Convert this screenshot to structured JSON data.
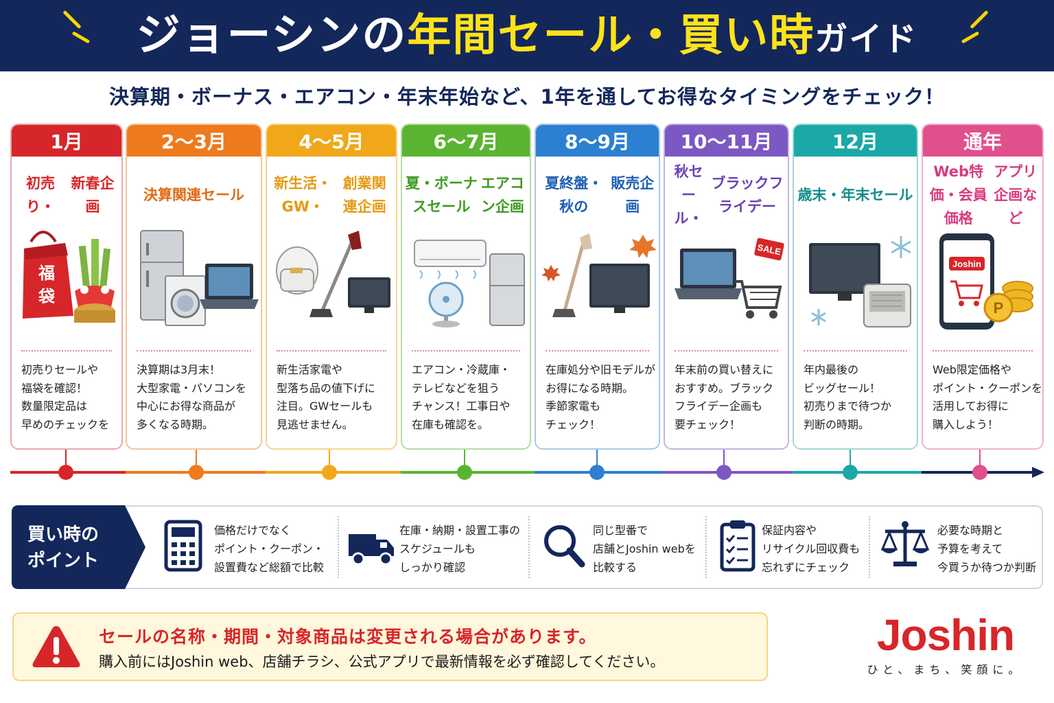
{
  "header": {
    "title_part1": "ジョーシンの",
    "title_part2": "年間セール・買い時",
    "title_part3": "ガイド",
    "subtitle": "決算期・ボーナス・エアコン・年末年始など、1年を通してお得なタイミングをチェック！"
  },
  "months": [
    {
      "period": "1月",
      "title_lines": [
        "初売り・",
        "新春企画"
      ],
      "desc_lines": [
        "初売りセールや",
        "福袋を確認！",
        "数量限定品は",
        "早めのチェックを"
      ],
      "color": "#d7262a",
      "title_color": "#d7262a",
      "bag_label": [
        "福",
        "袋"
      ]
    },
    {
      "period": "2～3月",
      "title_lines": [
        "決算関連セール"
      ],
      "desc_lines": [
        "決算期は3月末！",
        "大型家電・パソコンを",
        "中心にお得な商品が",
        "多くなる時期。"
      ],
      "color": "#ee7a1d",
      "title_color": "#e06a12"
    },
    {
      "period": "4～5月",
      "title_lines": [
        "新生活・GW・",
        "創業関連企画"
      ],
      "desc_lines": [
        "新生活家電や",
        "型落ち品の値下げに",
        "注目。GWセールも",
        "見逃せません。"
      ],
      "color": "#f0a81a",
      "title_color": "#e49a10"
    },
    {
      "period": "6～7月",
      "title_lines": [
        "夏・ボーナスセール",
        "エアコン企画"
      ],
      "desc_lines": [
        "エアコン・冷蔵庫・",
        "テレビなどを狙う",
        "チャンス！工事日や",
        "在庫も確認を。"
      ],
      "color": "#5bb431",
      "title_color": "#3f9b22"
    },
    {
      "period": "8～9月",
      "title_lines": [
        "夏終盤・秋の",
        "販売企画"
      ],
      "desc_lines": [
        "在庫処分や旧モデルが",
        "お得になる時期。",
        "季節家電も",
        "チェック！"
      ],
      "color": "#2d7fd1",
      "title_color": "#1f5fb3"
    },
    {
      "period": "10～11月",
      "title_lines": [
        "秋セール・",
        "ブラックフライデー"
      ],
      "desc_lines": [
        "年末前の買い替えに",
        "おすすめ。ブラック",
        "フライデー企画も",
        "要チェック！"
      ],
      "color": "#7c59c2",
      "title_color": "#6a42b5",
      "sale_tag": "SALE"
    },
    {
      "period": "12月",
      "title_lines": [
        "歳末・年末セール"
      ],
      "desc_lines": [
        "年内最後の",
        "ビッグセール！",
        "初売りまで待つか",
        "判断の時期。"
      ],
      "color": "#1aa9a6",
      "title_color": "#138d8a"
    },
    {
      "period": "通年",
      "title_lines": [
        "Web特価・会員価格",
        "アプリ企画など"
      ],
      "desc_lines": [
        "Web限定価格や",
        "ポイント・クーポンを",
        "活用してお得に",
        "購入しよう！"
      ],
      "color": "#e0508d",
      "title_color": "#d63c7f",
      "app_label": "Joshin",
      "coin_label": "P"
    }
  ],
  "points": {
    "heading_lines": [
      "買い時の",
      "ポイント"
    ],
    "items": [
      {
        "icon": "calculator-icon",
        "lines": [
          "価格だけでなく",
          "ポイント・クーポン・",
          "設置費など総額で比較"
        ]
      },
      {
        "icon": "delivery-truck-icon",
        "lines": [
          "在庫・納期・設置工事の",
          "スケジュールも",
          "しっかり確認"
        ]
      },
      {
        "icon": "magnifier-icon",
        "lines": [
          "同じ型番で",
          "店舗とJoshin webを",
          "比較する"
        ]
      },
      {
        "icon": "checklist-icon",
        "lines": [
          "保証内容や",
          "リサイクル回収費も",
          "忘れずにチェック"
        ]
      },
      {
        "icon": "balance-scale-icon",
        "lines": [
          "必要な時期と",
          "予算を考えて",
          "今買うか待つか判断"
        ]
      }
    ]
  },
  "notice": {
    "main": "セールの名称・期間・対象商品は変更される場合があります。",
    "sub": "購入前にはJoshin web、店舗チラシ、公式アプリで最新情報を必ず確認してください。"
  },
  "brand": {
    "logo": "Joshin",
    "tagline": "ひと、まち、笑顔に。"
  },
  "colors": {
    "navy": "#13275b",
    "accent_yellow": "#ffe21a",
    "warning_red": "#d7262a"
  }
}
